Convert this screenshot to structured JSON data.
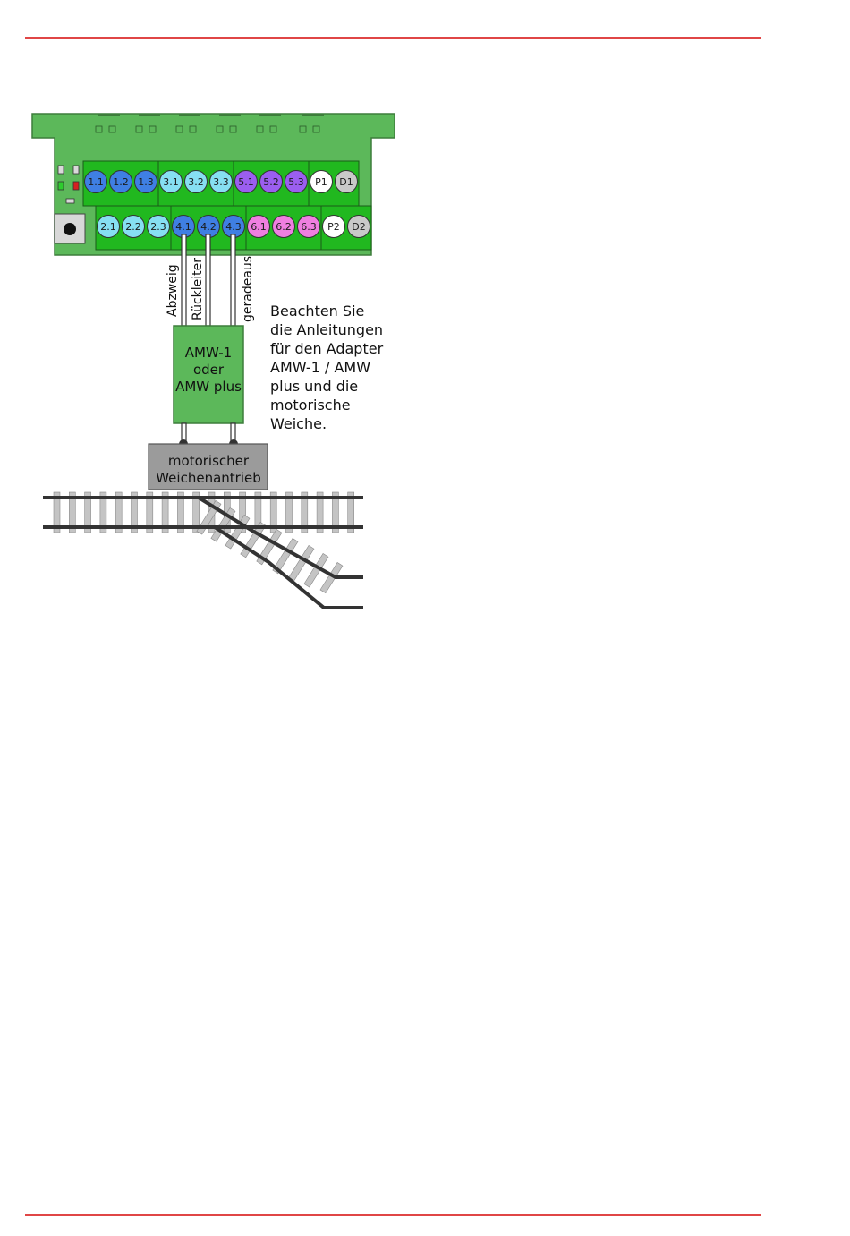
{
  "terminals_top": [
    {
      "label": "1.1",
      "color": "#3f7fe3"
    },
    {
      "label": "1.2",
      "color": "#3f7fe3"
    },
    {
      "label": "1.3",
      "color": "#3f7fe3"
    },
    {
      "label": "3.1",
      "color": "#86dff2"
    },
    {
      "label": "3.2",
      "color": "#86dff2"
    },
    {
      "label": "3.3",
      "color": "#86dff2"
    },
    {
      "label": "5.1",
      "color": "#9b5ef0"
    },
    {
      "label": "5.2",
      "color": "#9b5ef0"
    },
    {
      "label": "5.3",
      "color": "#9b5ef0"
    },
    {
      "label": "P1",
      "color": "#ffffff"
    },
    {
      "label": "D1",
      "color": "#c9c9c9"
    }
  ],
  "terminals_bottom": [
    {
      "label": "2.1",
      "color": "#86dff2"
    },
    {
      "label": "2.2",
      "color": "#86dff2"
    },
    {
      "label": "2.3",
      "color": "#86dff2"
    },
    {
      "label": "4.1",
      "color": "#3f7fe3"
    },
    {
      "label": "4.2",
      "color": "#3f7fe3"
    },
    {
      "label": "4.3",
      "color": "#3f7fe3"
    },
    {
      "label": "6.1",
      "color": "#ef7fe0"
    },
    {
      "label": "6.2",
      "color": "#ef7fe0"
    },
    {
      "label": "6.3",
      "color": "#ef7fe0"
    },
    {
      "label": "P2",
      "color": "#ffffff"
    },
    {
      "label": "D2",
      "color": "#c9c9c9"
    }
  ],
  "wires": {
    "branch": "Abzweig",
    "return": "Rückleiter",
    "straight": "geradeaus"
  },
  "adapter_box": {
    "line1": "AMW-1",
    "line2": "oder",
    "line3": "AMW plus"
  },
  "motor_box": {
    "line1": "motorischer",
    "line2": "Weichenantrieb"
  },
  "note": {
    "lines": [
      "Beachten Sie",
      "die Anleitungen",
      "für den Adapter",
      "AMW-1 / AMW",
      "plus und die",
      "motorische",
      "Weiche."
    ]
  },
  "colors": {
    "board": "#5cb85a",
    "strip": "#21b81f",
    "accent_rule": "#e04646"
  }
}
